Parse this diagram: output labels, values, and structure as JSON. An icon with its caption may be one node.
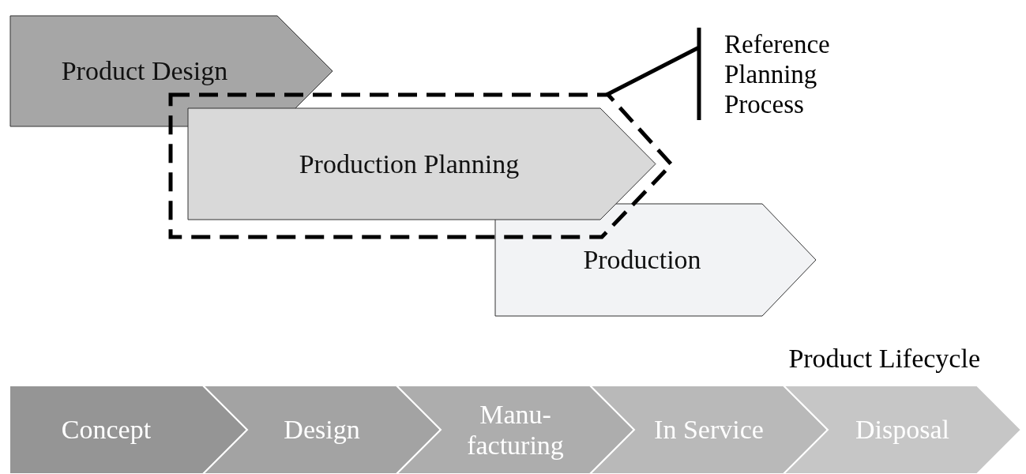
{
  "diagram": {
    "nodes": [
      {
        "text": [
          "Product Design"
        ]
      },
      {
        "text": [],
        "shape": "box"
      },
      {
        "text": [
          "Production Planning"
        ],
        "in": 1
      },
      {
        "text": [
          "Production"
        ]
      },
      {
        "text": [
          "Reference Planning Process"
        ]
      },
      {
        "text": [
          "Concept"
        ]
      },
      {
        "text": [
          "Design"
        ]
      },
      {
        "text": [
          "Manu- facturing"
        ]
      },
      {
        "text": [
          "In Service"
        ]
      },
      {
        "text": [
          "Disposal"
        ]
      }
    ],
    "edges": [
      {
        "from": 4,
        "to": 1,
        "arrow": "none"
      }
    ],
    "labels": [
      "Product Lifecycle"
    ]
  }
}
